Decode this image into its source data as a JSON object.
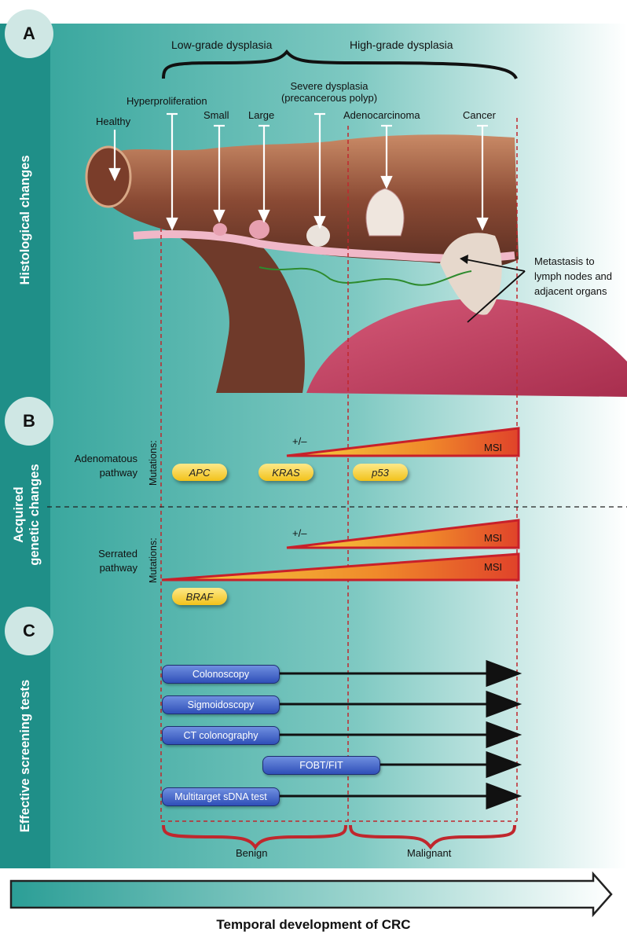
{
  "panels": {
    "a": {
      "letter": "A",
      "title": "Histological changes"
    },
    "b": {
      "letter": "B",
      "title_line1": "Acquired",
      "title_line2": "genetic changes"
    },
    "c": {
      "letter": "C",
      "title": "Effective screening tests"
    }
  },
  "grades": {
    "low": "Low-grade dysplasia",
    "high": "High-grade dysplasia"
  },
  "stages": {
    "healthy": "Healthy",
    "hyperproliferation": "Hyperproliferation",
    "small": "Small",
    "large": "Large",
    "severe_line1": "Severe dysplasia",
    "severe_line2": "(precancerous polyp)",
    "adenocarcinoma": "Adenocarcinoma",
    "cancer": "Cancer"
  },
  "metastasis": [
    "Metastasis to",
    "lymph nodes and",
    "adjacent organs"
  ],
  "adenomatous": {
    "label_line1": "Adenomatous",
    "label_line2": "pathway",
    "mutations_label": "Mutations:",
    "plusminus": "+/–",
    "msi": "MSI",
    "genes": [
      "APC",
      "KRAS",
      "p53"
    ]
  },
  "serrated": {
    "label_line1": "Serrated",
    "label_line2": "pathway",
    "mutations_label": "Mutations:",
    "plusminus": "+/–",
    "msi_upper": "MSI",
    "msi_lower": "MSI",
    "genes": [
      "BRAF"
    ]
  },
  "tests": [
    "Colonoscopy",
    "Sigmoidoscopy",
    "CT colonography",
    "FOBT/FIT",
    "Multitarget sDNA test"
  ],
  "outcomes": {
    "benign": "Benign",
    "malignant": "Malignant"
  },
  "timeline": "Temporal development of CRC",
  "colors": {
    "teal": "#2b9e96",
    "gene_pill": "#f5cc2a",
    "test_button": "#3f5fc4",
    "msi_red": "#c8202a",
    "bracket_red": "#c0272d"
  }
}
